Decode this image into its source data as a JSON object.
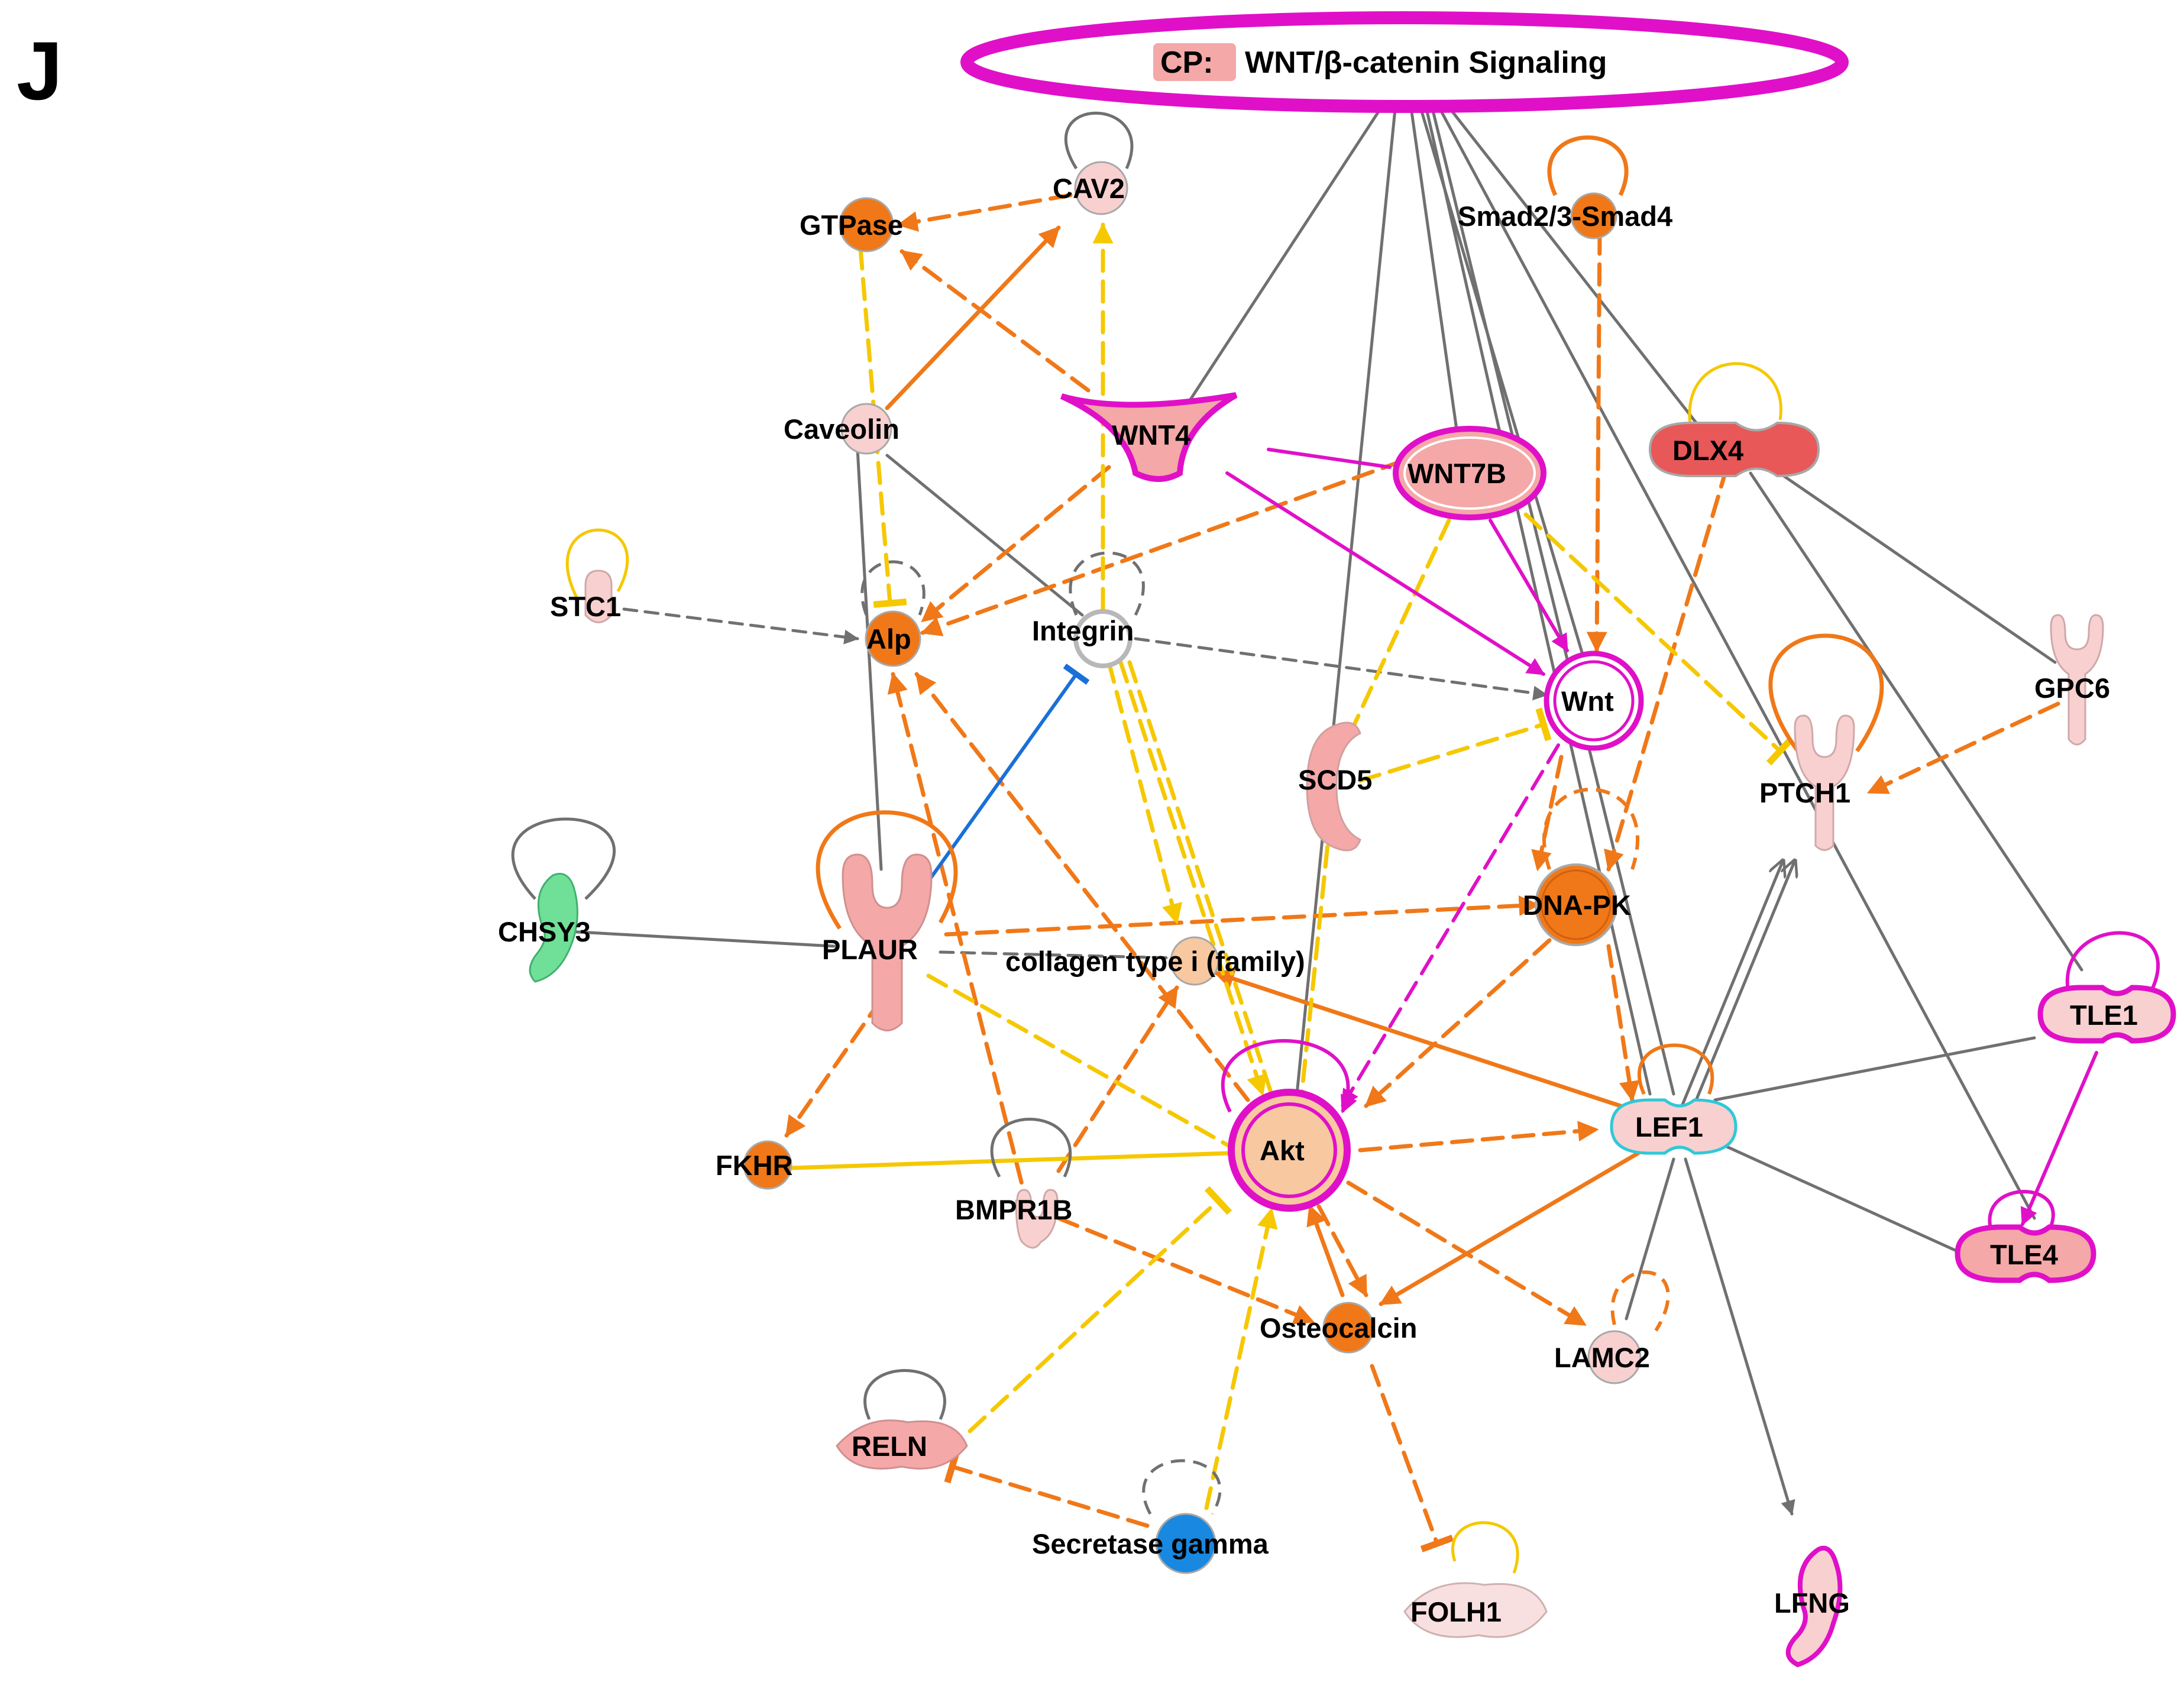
{
  "panel_label": "J",
  "canonical_pathway": {
    "prefix": "CP:",
    "name": "WNT/β-catenin Signaling"
  },
  "colors": {
    "orange": "#f07818",
    "yellow": "#f5c800",
    "magenta": "#e010c8",
    "gray": "#707070",
    "blue": "#1a6fd8",
    "cyan": "#30c8d8",
    "light_pink": "#f8d0d0",
    "pink": "#f0a8a8",
    "red": "#e85858",
    "peach": "#f8c8a0",
    "node_orange": "#f07818",
    "green": "#70e098",
    "node_blue": "#1888e0"
  },
  "nodes": [
    {
      "id": "GTPase",
      "label": "GTPase",
      "shape": "circle-orange"
    },
    {
      "id": "CAV2",
      "label": "CAV2",
      "shape": "circle-lightpink"
    },
    {
      "id": "Smad",
      "label": "Smad2/3-Smad4",
      "shape": "circle-orange"
    },
    {
      "id": "Caveolin",
      "label": "Caveolin",
      "shape": "circle-lightpink"
    },
    {
      "id": "WNT4",
      "label": "WNT4",
      "shape": "growth-factor"
    },
    {
      "id": "WNT7B",
      "label": "WNT7B",
      "shape": "ellipse-pink"
    },
    {
      "id": "DLX4",
      "label": "DLX4",
      "shape": "double-red"
    },
    {
      "id": "STC1",
      "label": "STC1",
      "shape": "small-ligand"
    },
    {
      "id": "Alp",
      "label": "Alp",
      "shape": "circle-orange"
    },
    {
      "id": "Integrin",
      "label": "Integrin",
      "shape": "ring"
    },
    {
      "id": "Wnt",
      "label": "Wnt",
      "shape": "ring-magenta"
    },
    {
      "id": "GPC6",
      "label": "GPC6",
      "shape": "receptor"
    },
    {
      "id": "SCD5",
      "label": "SCD5",
      "shape": "enzyme"
    },
    {
      "id": "PTCH1",
      "label": "PTCH1",
      "shape": "receptor-large"
    },
    {
      "id": "CHSY3",
      "label": "CHSY3",
      "shape": "enzyme-green"
    },
    {
      "id": "PLAUR",
      "label": "PLAUR",
      "shape": "receptor-pink"
    },
    {
      "id": "DNAPK",
      "label": "DNA-PK",
      "shape": "circle-orange-large"
    },
    {
      "id": "Collagen",
      "label": "collagen type i (family)",
      "shape": "circle-peach"
    },
    {
      "id": "TLE1",
      "label": "TLE1",
      "shape": "double-magenta"
    },
    {
      "id": "Akt",
      "label": "Akt",
      "shape": "ring-akt"
    },
    {
      "id": "LEF1",
      "label": "LEF1",
      "shape": "double-cyan"
    },
    {
      "id": "FKHR",
      "label": "FKHR",
      "shape": "circle-orange"
    },
    {
      "id": "BMPR1B",
      "label": "BMPR1B",
      "shape": "receptor-small"
    },
    {
      "id": "TLE4",
      "label": "TLE4",
      "shape": "double-magenta"
    },
    {
      "id": "Osteocalcin",
      "label": "Osteocalcin",
      "shape": "circle-orange"
    },
    {
      "id": "LAMC2",
      "label": "LAMC2",
      "shape": "circle-lightpink"
    },
    {
      "id": "RELN",
      "label": "RELN",
      "shape": "peptidase"
    },
    {
      "id": "Secretase",
      "label": "Secretase gamma",
      "shape": "circle-blue"
    },
    {
      "id": "FOLH1",
      "label": "FOLH1",
      "shape": "peptidase-light"
    },
    {
      "id": "LFNG",
      "label": "LFNG",
      "shape": "enzyme-magenta"
    }
  ],
  "edges": [
    {
      "from": "CP",
      "to": "WNT4",
      "style": "gray-line"
    },
    {
      "from": "CP",
      "to": "Akt",
      "style": "gray-line"
    },
    {
      "from": "CP",
      "to": "WNT7B",
      "style": "gray-line"
    },
    {
      "from": "CP",
      "to": "Wnt",
      "style": "gray-line"
    },
    {
      "from": "CP",
      "to": "LEF1",
      "style": "gray-line"
    },
    {
      "from": "CP",
      "to": "TLE4",
      "style": "gray-line"
    },
    {
      "from": "CAV2",
      "to": "GTPase",
      "style": "orange-dash-arrow"
    },
    {
      "from": "Caveolin",
      "to": "CAV2",
      "style": "orange-solid-arrow"
    },
    {
      "from": "WNT4",
      "to": "GTPase",
      "style": "orange-dash-arrow"
    },
    {
      "from": "Integrin",
      "to": "CAV2",
      "style": "yellow-dash-arrow"
    },
    {
      "from": "Smad",
      "to": "Wnt",
      "style": "orange-dash-arrow"
    },
    {
      "from": "WNT4",
      "to": "Alp",
      "style": "orange-dash-arrow"
    },
    {
      "from": "WNT7B",
      "to": "Alp",
      "style": "orange-dash-arrow"
    },
    {
      "from": "WNT4",
      "to": "WNT7B",
      "style": "magenta-line"
    },
    {
      "from": "WNT4",
      "to": "Wnt",
      "style": "magenta-arrow"
    },
    {
      "from": "WNT7B",
      "to": "Wnt",
      "style": "magenta-arrow"
    },
    {
      "from": "STC1",
      "to": "Alp",
      "style": "gray-dash-arrow"
    },
    {
      "from": "Integrin",
      "to": "Wnt",
      "style": "gray-dash-arrow"
    },
    {
      "from": "PLAUR",
      "to": "Integrin",
      "style": "blue-inhibit"
    },
    {
      "from": "PLAUR",
      "to": "DNAPK",
      "style": "orange-dash-arrow"
    },
    {
      "from": "CHSY3",
      "to": "PLAUR",
      "style": "gray-line"
    },
    {
      "from": "Wnt",
      "to": "Akt",
      "style": "magenta-dash-arrow"
    },
    {
      "from": "DNAPK",
      "to": "Akt",
      "style": "orange-dash-arrow"
    },
    {
      "from": "LEF1",
      "to": "Collagen",
      "style": "orange-solid-arrow"
    },
    {
      "from": "Akt",
      "to": "LEF1",
      "style": "orange-dash-arrow"
    },
    {
      "from": "FKHR",
      "to": "Akt",
      "style": "yellow-line"
    },
    {
      "from": "LEF1",
      "to": "Osteocalcin",
      "style": "orange-solid-arrow"
    },
    {
      "from": "LEF1",
      "to": "PTCH1",
      "style": "gray-arrow"
    },
    {
      "from": "LEF1",
      "to": "LFNG",
      "style": "gray-arrow"
    },
    {
      "from": "TLE1",
      "to": "TLE4",
      "style": "magenta-arrow"
    },
    {
      "from": "GPC6",
      "to": "PTCH1",
      "style": "orange-dash-arrow"
    },
    {
      "from": "Secretase",
      "to": "Akt",
      "style": "yellow-dash-arrow"
    },
    {
      "from": "Secretase",
      "to": "RELN",
      "style": "orange-dash-inhibit"
    },
    {
      "from": "Osteocalcin",
      "to": "FOLH1",
      "style": "orange-dash-inhibit"
    }
  ]
}
